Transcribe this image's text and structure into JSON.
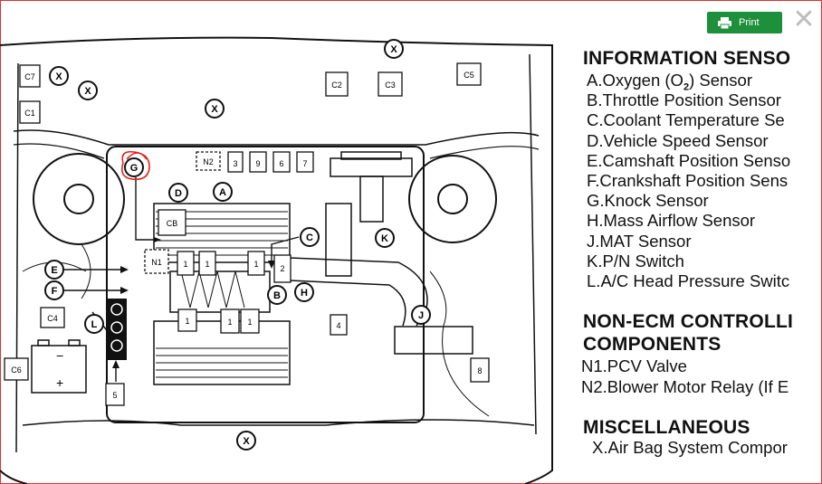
{
  "toolbar": {
    "print_label": "Print",
    "print_icon": "printer-icon",
    "close_icon": "close-icon",
    "accent": "#1e8f3a"
  },
  "diagram": {
    "connectors": [
      "C7",
      "C1",
      "C2",
      "C3",
      "C5",
      "C4",
      "C6",
      "CB"
    ],
    "labels": {
      "c7": "C7",
      "c1": "C1",
      "c2": "C2",
      "c3": "C3",
      "c5": "C5",
      "c4": "C4",
      "c6": "C6",
      "cb": "CB",
      "n1": "N1",
      "n2": "N2",
      "x": "X",
      "a": "A",
      "b": "B",
      "c": "C",
      "d": "D",
      "e": "E",
      "f": "F",
      "g": "G",
      "h": "H",
      "j": "J",
      "k": "K",
      "l": "L",
      "n3": "3",
      "n9": "9",
      "n6": "6",
      "n7": "7",
      "n1a": "1",
      "n2b": "2",
      "n4": "4",
      "n5": "5",
      "n8": "8",
      "minus": "−",
      "plus": "+"
    },
    "highlight_color": "#e0201c"
  },
  "legend": {
    "information_title": "INFORMATION SENSO",
    "information_items": [
      {
        "key": "A.",
        "text": "Oxygen (O",
        "sub": "2",
        "tail": ") Sensor"
      },
      {
        "key": "B.",
        "text": "Throttle Position Sensor"
      },
      {
        "key": "C.",
        "text": "Coolant Temperature Se"
      },
      {
        "key": "D.",
        "text": "Vehicle Speed Sensor"
      },
      {
        "key": "E.",
        "text": "Camshaft Position Senso"
      },
      {
        "key": "F.",
        "text": "Crankshaft Position Sens"
      },
      {
        "key": "G.",
        "text": "Knock Sensor"
      },
      {
        "key": "H.",
        "text": "Mass Airflow Sensor"
      },
      {
        "key": "J.",
        "text": "MAT Sensor"
      },
      {
        "key": "K.",
        "text": "P/N Switch"
      },
      {
        "key": "L.",
        "text": "A/C Head Pressure Switc"
      }
    ],
    "nonecm_title_1": "NON-ECM CONTROLLI",
    "nonecm_title_2": "COMPONENTS",
    "nonecm_items": [
      {
        "key": "N1.",
        "text": "PCV Valve"
      },
      {
        "key": "N2.",
        "text": "Blower Motor Relay (If E"
      }
    ],
    "misc_title": "MISCELLANEOUS",
    "misc_items": [
      {
        "key": "X.",
        "text": "Air Bag System Compor"
      }
    ]
  }
}
